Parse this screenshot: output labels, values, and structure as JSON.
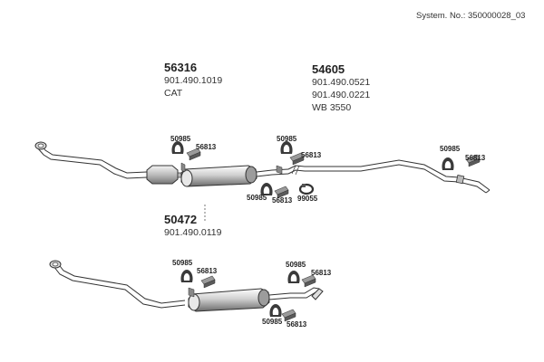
{
  "header": {
    "system_no": "System. No.: 350000028_03"
  },
  "variant_1": {
    "group_a": {
      "number": "56316",
      "lines": [
        "901.490.1019",
        "CAT"
      ]
    },
    "group_b": {
      "number": "54605",
      "lines": [
        "901.490.0521",
        "901.490.0221",
        "WB 3550"
      ]
    },
    "parts": [
      "50985",
      "56813",
      "50985",
      "56813",
      "50985",
      "56813",
      "50985",
      "56813",
      "99055"
    ]
  },
  "variant_2": {
    "group": {
      "number": "50472",
      "lines": [
        "901.490.0119"
      ]
    },
    "parts": [
      "50985",
      "56813",
      "50985",
      "56813",
      "50985",
      "56813"
    ]
  }
}
